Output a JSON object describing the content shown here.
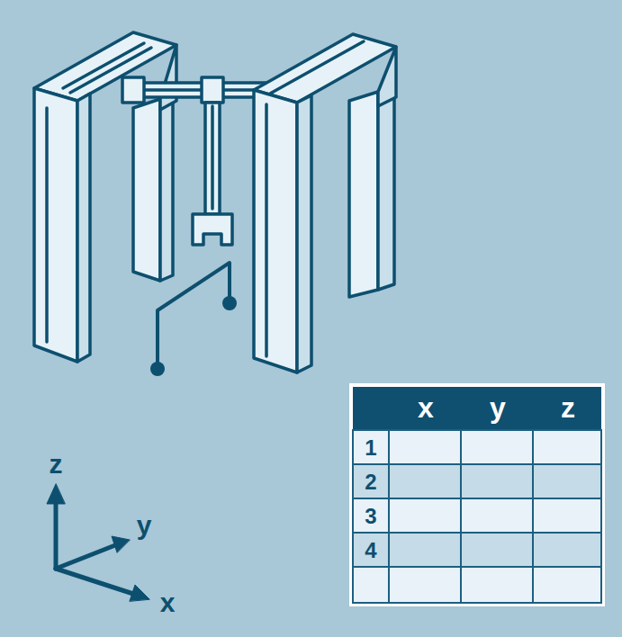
{
  "diagram": {
    "labels": [
      "x",
      "y",
      "z",
      "1",
      "2",
      "3",
      "4",
      "z",
      "y",
      "x"
    ]
  }
}
